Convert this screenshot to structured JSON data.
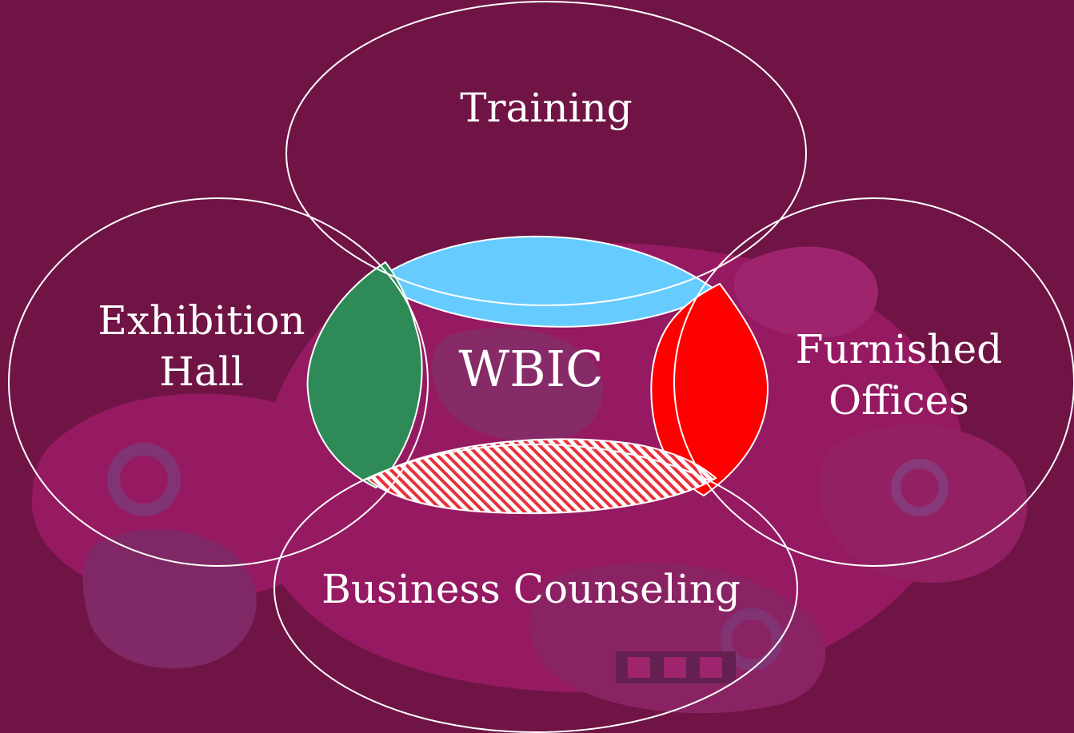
{
  "diagram": {
    "center_label": "WBIC",
    "circles": [
      {
        "id": "top",
        "lines": [
          "Training"
        ]
      },
      {
        "id": "left",
        "lines": [
          "Exhibition",
          "Hall"
        ]
      },
      {
        "id": "right",
        "lines": [
          "Furnished",
          "Offices"
        ]
      },
      {
        "id": "bottom",
        "lines": [
          "Business Counseling"
        ]
      }
    ],
    "overlap_colors": {
      "top": "#66CCFF",
      "left": "#2E8B57",
      "right": "#FF0000",
      "bottom_hatch": "#E8313A"
    },
    "background_color": "#701445",
    "background_art_color": "#C72A8C"
  }
}
